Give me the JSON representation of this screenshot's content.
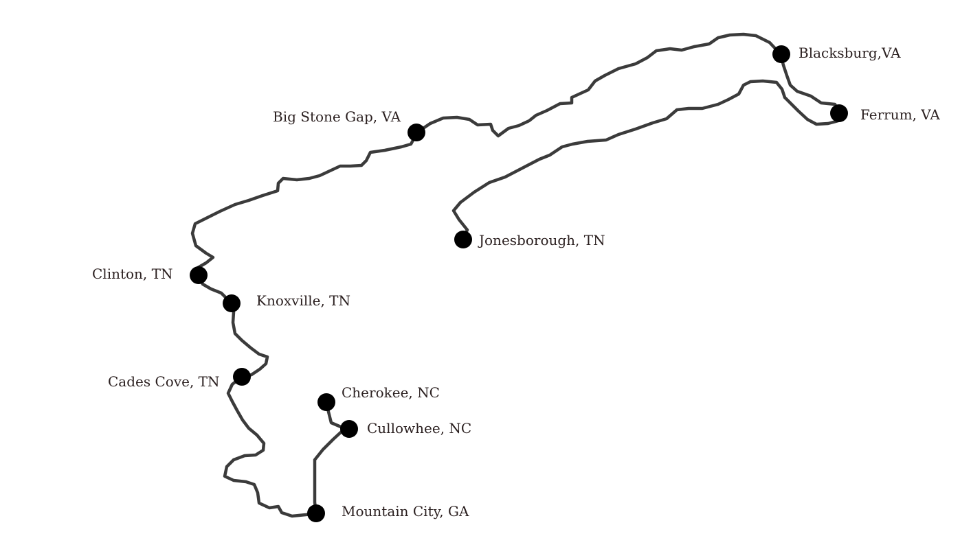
{
  "map": {
    "route_color": "#3b3b3b",
    "dot_color": "#000000",
    "label_color": "#2a1f1f",
    "stops": [
      {
        "id": "blacksburg",
        "label": "Blacksburg,VA"
      },
      {
        "id": "ferrum",
        "label": "Ferrum, VA"
      },
      {
        "id": "big-stone-gap",
        "label": "Big Stone Gap, VA"
      },
      {
        "id": "jonesborough",
        "label": "Jonesborough, TN"
      },
      {
        "id": "clinton",
        "label": "Clinton, TN"
      },
      {
        "id": "knoxville",
        "label": "Knoxville, TN"
      },
      {
        "id": "cades-cove",
        "label": "Cades Cove, TN"
      },
      {
        "id": "cherokee",
        "label": "Cherokee, NC"
      },
      {
        "id": "cullowhee",
        "label": "Cullowhee, NC"
      },
      {
        "id": "mountain-city",
        "label": "Mountain City, GA"
      }
    ]
  }
}
